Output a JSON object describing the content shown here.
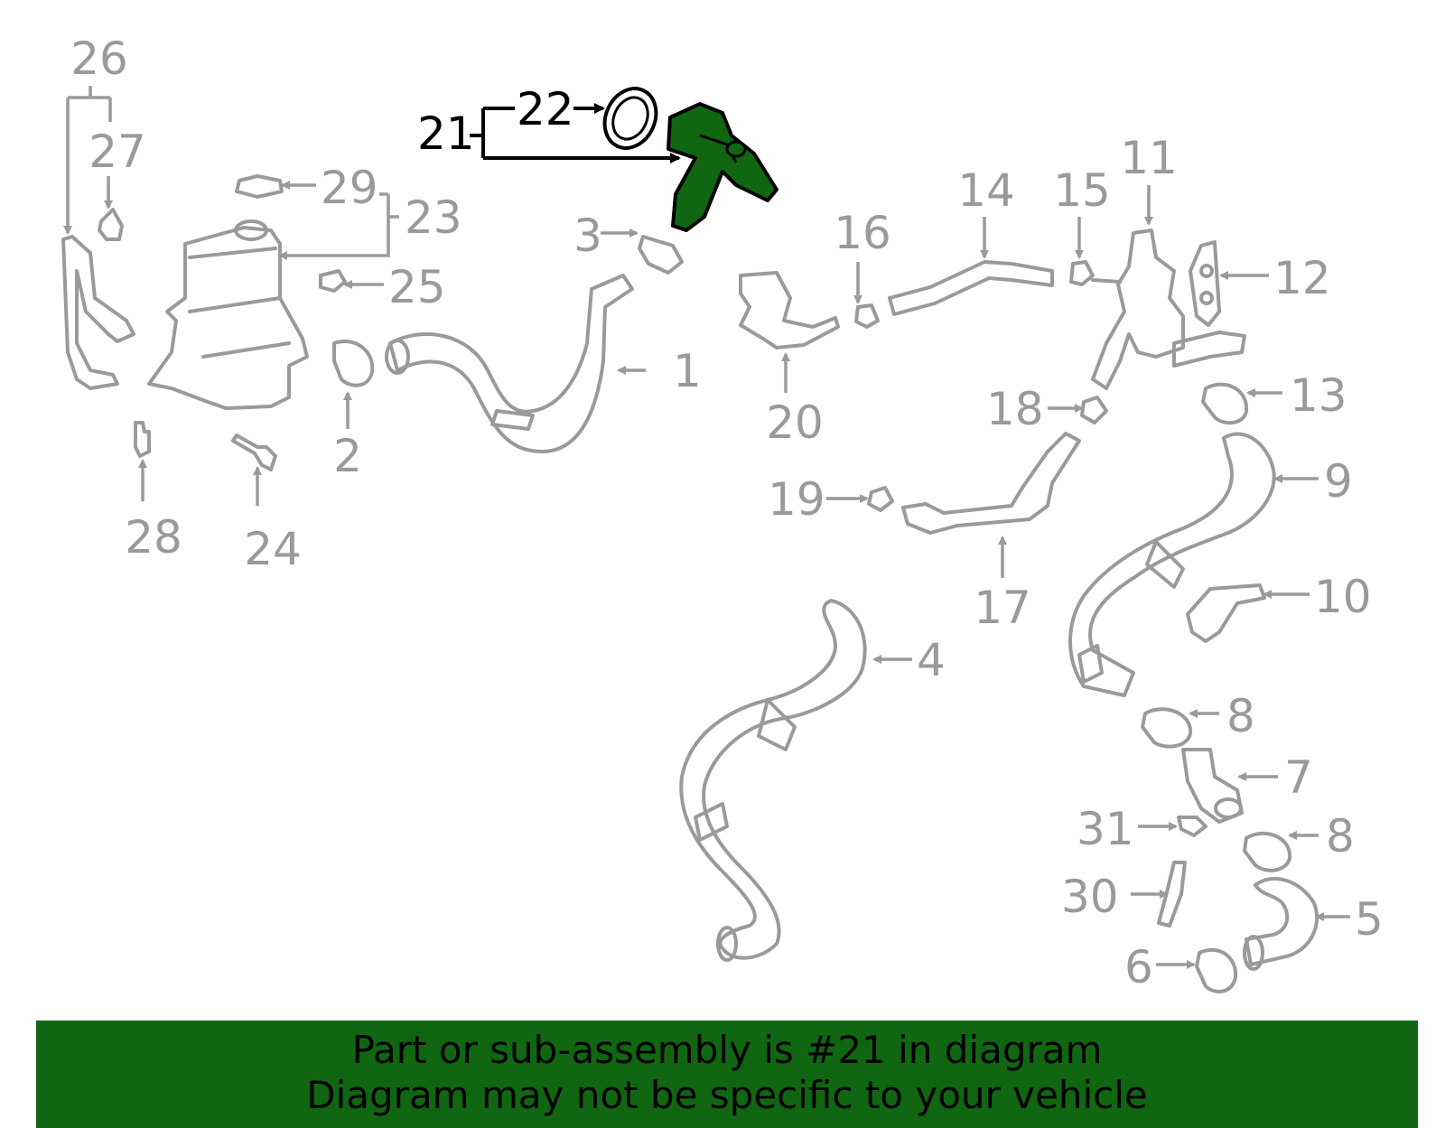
{
  "colors": {
    "part_stroke": "#9a9a9a",
    "highlight_fill": "#116611",
    "banner_bg": "#116611",
    "highlight_text": "#000000"
  },
  "highlighted_part": "21",
  "callouts": {
    "c1": "1",
    "c2": "2",
    "c3": "3",
    "c4": "4",
    "c5": "5",
    "c6": "6",
    "c7": "7",
    "c8a": "8",
    "c8b": "8",
    "c9": "9",
    "c10": "10",
    "c11": "11",
    "c12": "12",
    "c13": "13",
    "c14": "14",
    "c15": "15",
    "c16": "16",
    "c17": "17",
    "c18": "18",
    "c19": "19",
    "c20": "20",
    "c21": "21",
    "c22": "22",
    "c23": "23",
    "c24": "24",
    "c25": "25",
    "c26": "26",
    "c27": "27",
    "c28": "28",
    "c29": "29",
    "c30": "30",
    "c31": "31"
  },
  "banner": {
    "line1": "Part or sub-assembly is #21 in diagram",
    "line2": "Diagram may not be specific to your vehicle"
  }
}
